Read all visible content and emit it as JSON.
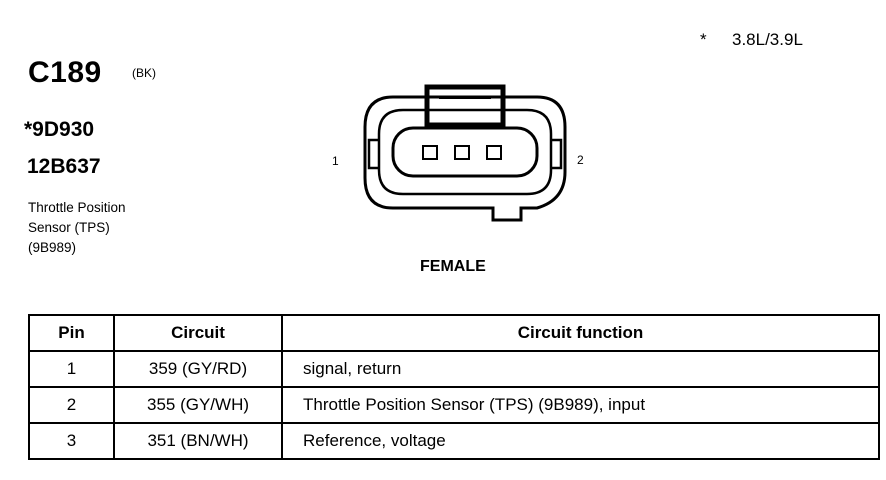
{
  "engine_note": {
    "marker": "*",
    "text": "3.8L/3.9L"
  },
  "connector": {
    "id": "C189",
    "color": "(BK)",
    "part_numbers": [
      "*9D930",
      "12B637"
    ],
    "description": [
      "Throttle Position",
      "Sensor (TPS)",
      "(9B989)"
    ],
    "pin_label_left": "1",
    "pin_label_right": "2",
    "gender": "FEMALE"
  },
  "table": {
    "headers": [
      "Pin",
      "Circuit",
      "Circuit function"
    ],
    "rows": [
      {
        "pin": "1",
        "circuit": "359 (GY/RD)",
        "function": "signal, return"
      },
      {
        "pin": "2",
        "circuit": "355 (GY/WH)",
        "function": "Throttle Position Sensor (TPS) (9B989), input"
      },
      {
        "pin": "3",
        "circuit": "351 (BN/WH)",
        "function": "Reference, voltage"
      }
    ]
  }
}
